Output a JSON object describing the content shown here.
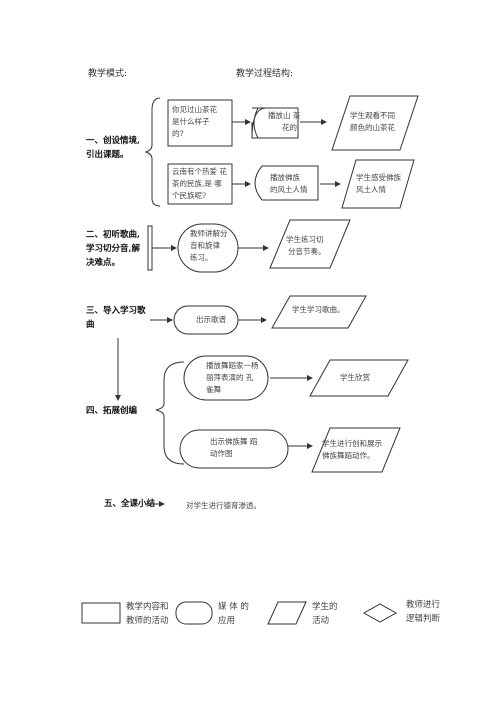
{
  "header": {
    "mode_label": "教学模式:",
    "structure_label": "教学过程结构:"
  },
  "sections": [
    {
      "title": [
        "一、创设情境,",
        "引出课题。"
      ],
      "rows": [
        {
          "content": [
            "你见过山茶花",
            "是什么样子",
            "的?"
          ],
          "media": [
            "播放山 茶",
            "花的"
          ],
          "student": [
            "学生观看不同",
            "颜色的山茶花"
          ]
        },
        {
          "content": [
            "云南有个热爱 花",
            "茶的民族,是 哪",
            "个民族呢?"
          ],
          "media": [
            "播放佛族",
            "的风土人情"
          ],
          "student": [
            "学生感受佛族",
            "风土人情"
          ]
        }
      ]
    },
    {
      "title": [
        "二、初听歌曲,",
        "学习切分音,解",
        "决难点。"
      ],
      "content": [
        "教师讲解分",
        "音和旋律",
        "练习。"
      ],
      "student": [
        "学生练习切",
        "分音节奏。"
      ]
    },
    {
      "title": [
        "三、导入学习歌",
        "曲"
      ],
      "media": [
        "出示歌谱"
      ],
      "student": [
        "学生学习歌曲。"
      ]
    },
    {
      "title": [
        "四、拓展创编"
      ],
      "rows": [
        {
          "media": [
            "播放舞蹈家一杨",
            "丽萍表演的 孔",
            "雀舞"
          ],
          "student": [
            "学生欣赏"
          ]
        },
        {
          "media": [
            "出示佛族舞 蹈",
            "动作图"
          ],
          "student": [
            "学生进行创和展示",
            "佛族舞蹈动作。"
          ]
        }
      ]
    },
    {
      "title": [
        "五、全课小结"
      ],
      "note": "对学生进行德育渗透。"
    }
  ],
  "legend": [
    {
      "shape": "rectangle",
      "label": [
        "教学内容和",
        "教师的活动"
      ]
    },
    {
      "shape": "rounded",
      "label": [
        "媒 体 的",
        "应用"
      ]
    },
    {
      "shape": "parallelogram",
      "label": [
        "学生的",
        "活动"
      ]
    },
    {
      "shape": "diamond",
      "label": [
        "教师进行",
        "逻辑判断"
      ]
    }
  ]
}
